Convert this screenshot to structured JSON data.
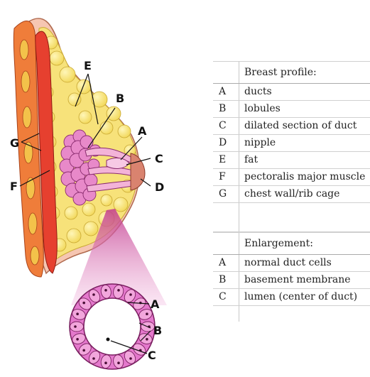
{
  "diagram": {
    "profile_labels": [
      "E",
      "B",
      "A",
      "G",
      "C",
      "F",
      "D"
    ],
    "enlargement_labels": [
      "A",
      "B",
      "C"
    ]
  },
  "legend": {
    "profile_title": "Breast profile:",
    "profile_items": [
      {
        "key": "A",
        "text": "ducts"
      },
      {
        "key": "B",
        "text": "lobules"
      },
      {
        "key": "C",
        "text": "dilated section of duct"
      },
      {
        "key": "D",
        "text": "nipple"
      },
      {
        "key": "E",
        "text": "fat"
      },
      {
        "key": "F",
        "text": "pectoralis major muscle"
      },
      {
        "key": "G",
        "text": "chest wall/rib cage"
      }
    ],
    "enlargement_title": "Enlargement:",
    "enlargement_items": [
      {
        "key": "A",
        "text": "normal duct cells"
      },
      {
        "key": "B",
        "text": "basement membrane"
      },
      {
        "key": "C",
        "text": "lumen (center of duct)"
      }
    ]
  },
  "colors": {
    "fat": "#f7e27a",
    "skin": "#f6c6b2",
    "muscle": "#e6402f",
    "lobule": "#e889c9",
    "duct_cell": "#e478cc"
  }
}
